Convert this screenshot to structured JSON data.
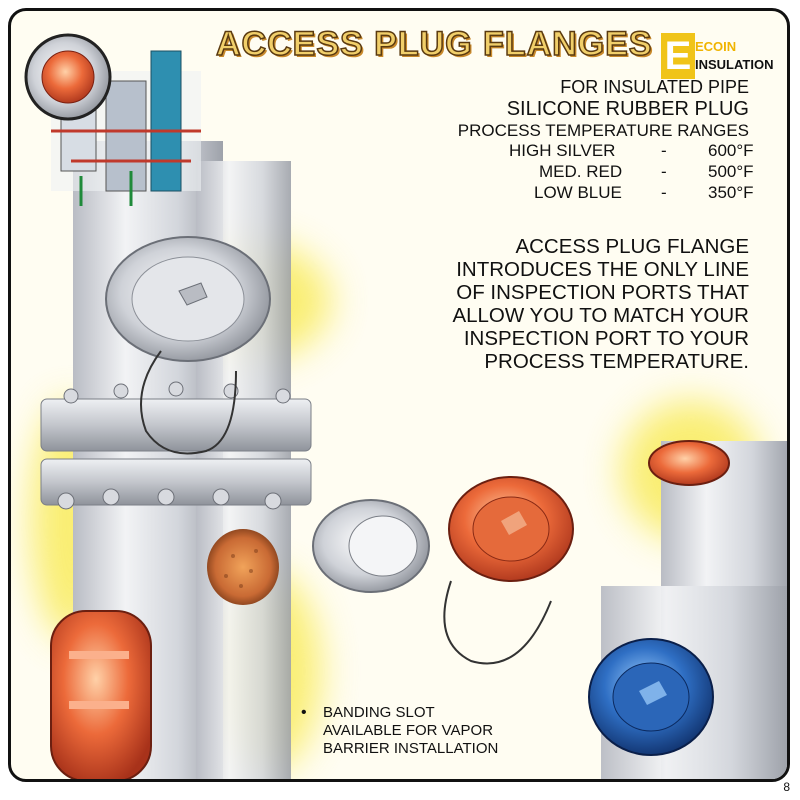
{
  "title": "ACCESS PLUG FLANGES",
  "logo": {
    "mark": "E",
    "line1": "ECOIN",
    "line2": "INSULATION"
  },
  "spec": {
    "line1": "FOR INSULATED PIPE",
    "line2": "SILICONE RUBBER PLUG",
    "line3": "PROCESS TEMPERATURE RANGES",
    "rows": [
      {
        "label": "HIGH SILVER",
        "dash": "-",
        "temp": "600°F"
      },
      {
        "label": "MED. RED",
        "dash": "-",
        "temp": "500°F"
      },
      {
        "label": "LOW BLUE",
        "dash": "-",
        "temp": "350°F"
      }
    ]
  },
  "description": [
    "ACCESS PLUG FLANGE",
    "INTRODUCES THE ONLY LINE",
    "OF INSPECTION PORTS THAT",
    "ALLOW YOU TO MATCH YOUR",
    "INSPECTION PORT TO YOUR",
    "PROCESS TEMPERATURE."
  ],
  "note": {
    "bullet": "•",
    "lines": [
      "BANDING SLOT",
      "AVAILABLE FOR VAPOR",
      "BARRIER INSTALLATION"
    ]
  },
  "page_number": "8",
  "colors": {
    "silver": "#c9ccd2",
    "red": "#e0553a",
    "blue": "#1f57a8",
    "glow": "#f8e948",
    "title_fill": "#f1cf6a"
  }
}
